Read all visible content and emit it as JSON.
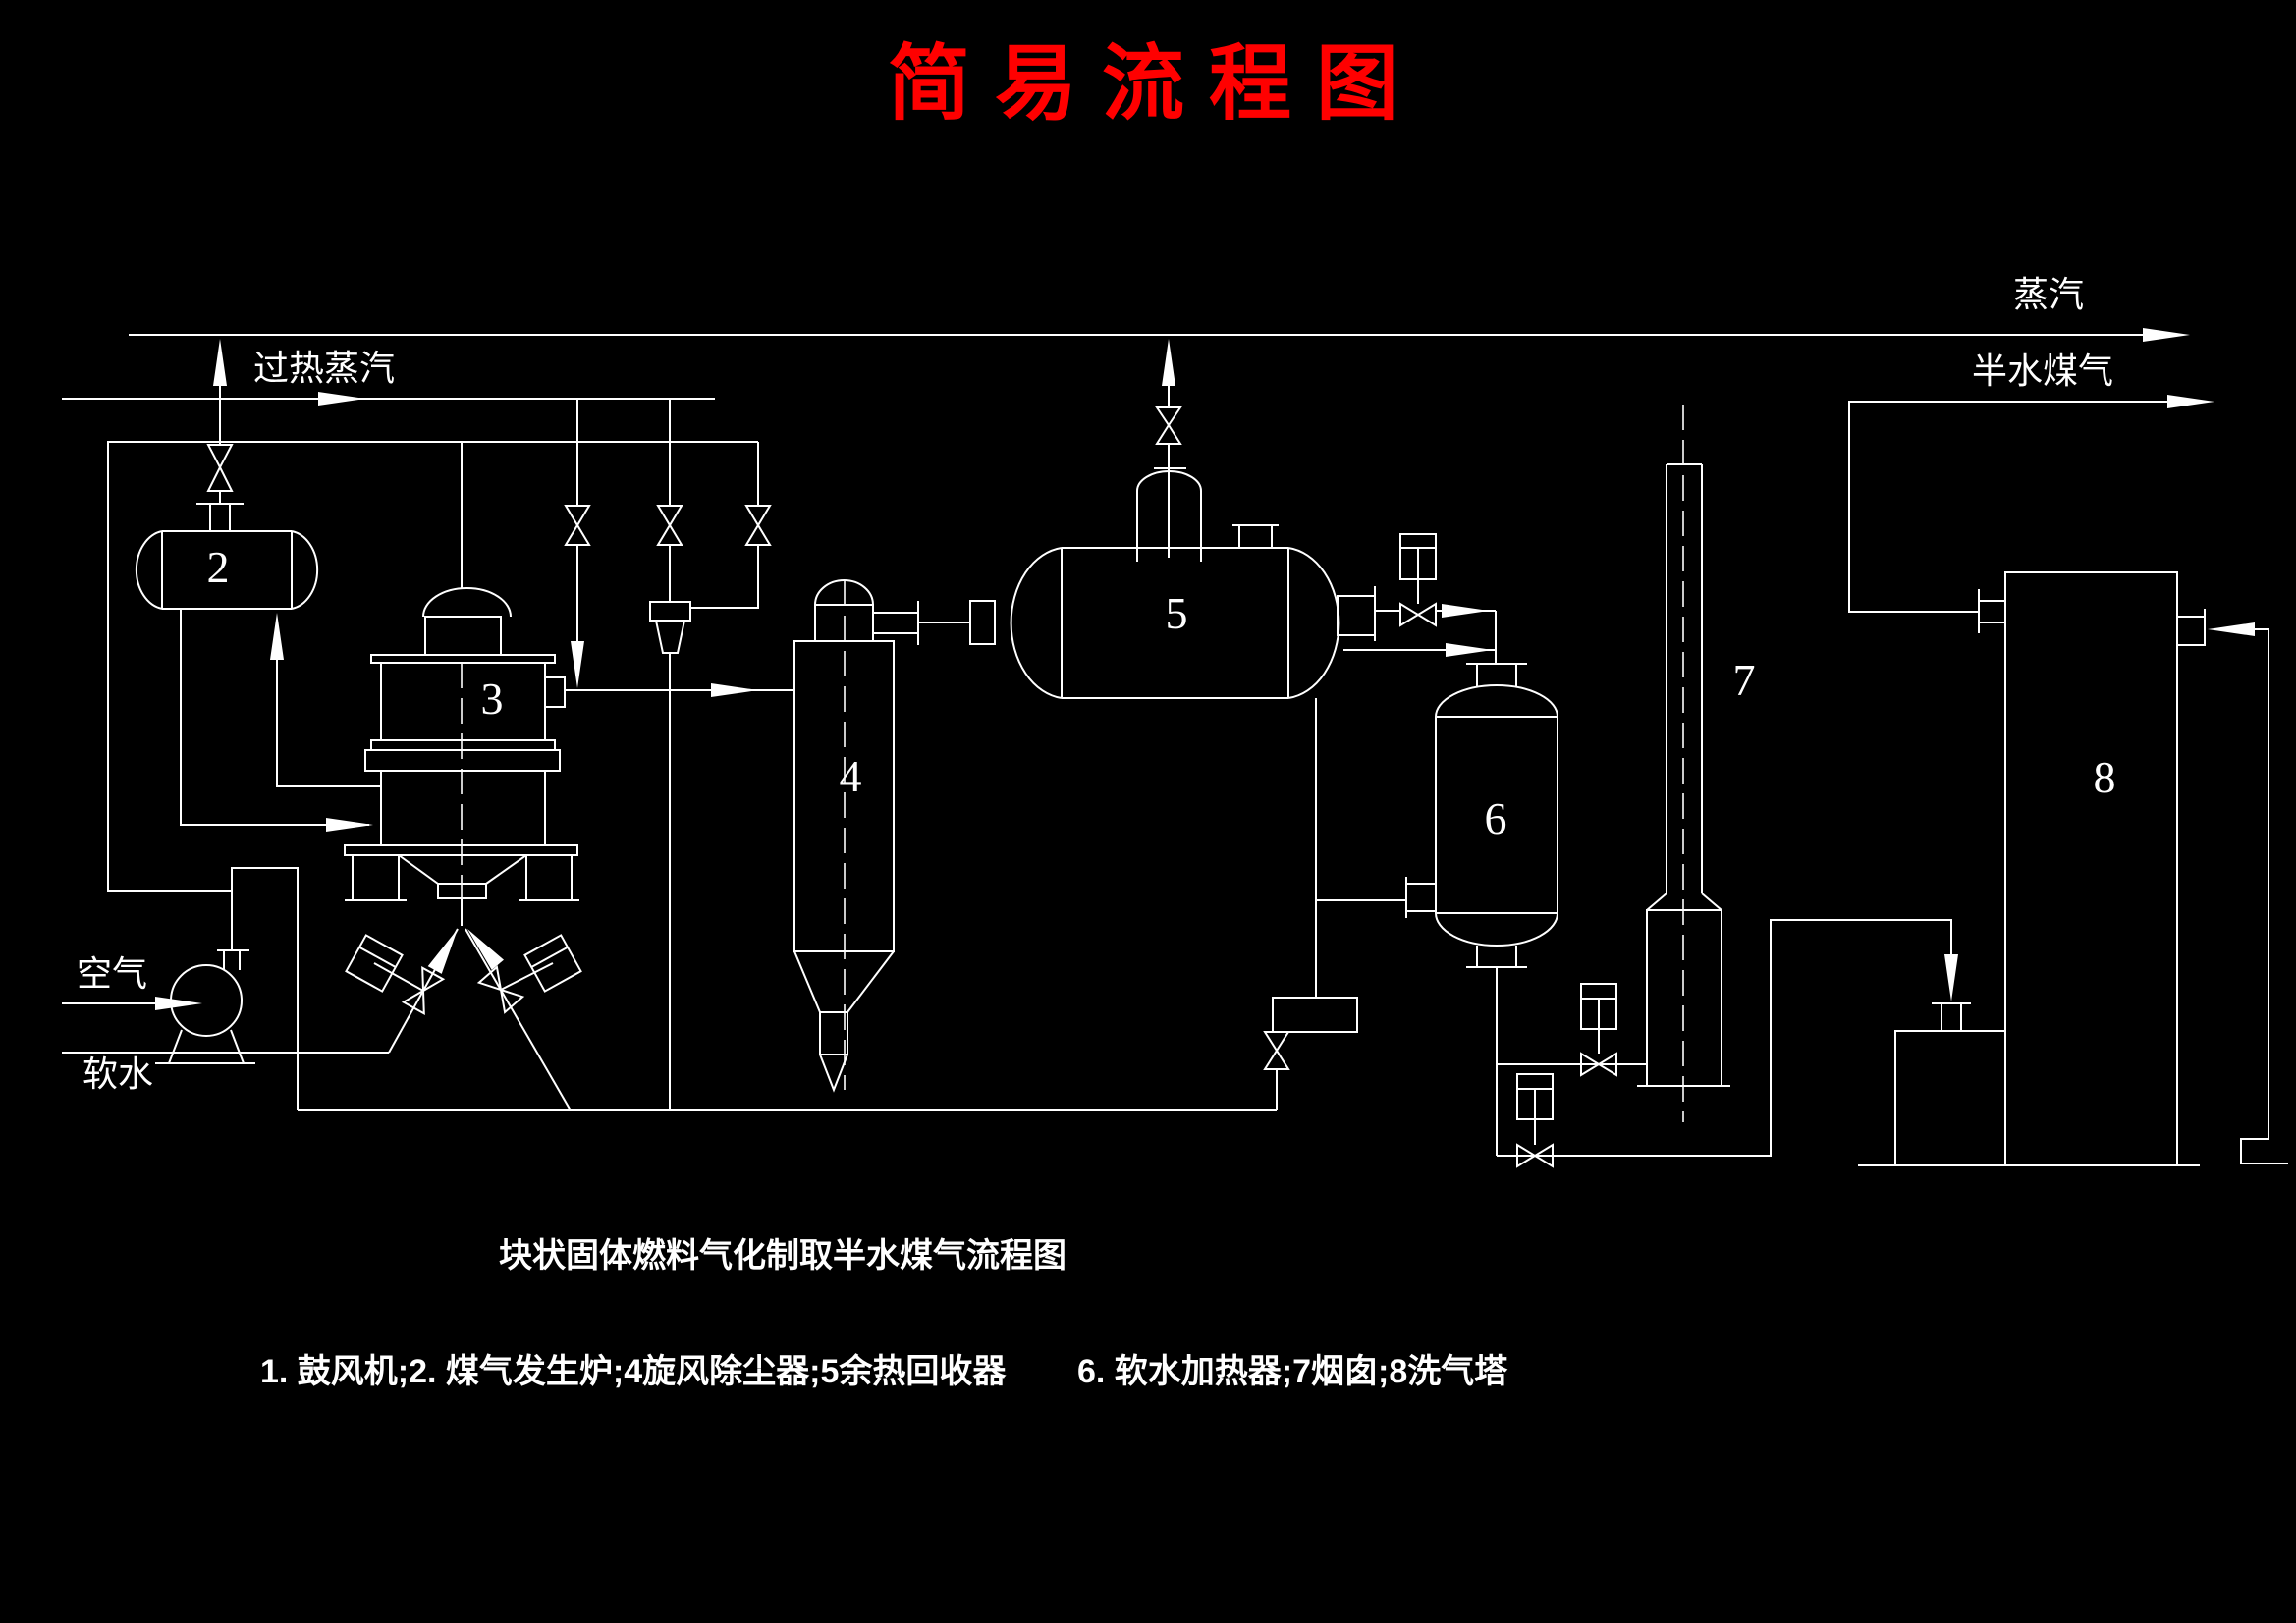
{
  "title": {
    "text": "简 易 流 程 图",
    "color": "#ff0000"
  },
  "caption": "块状固体燃料气化制取半水煤气流程图",
  "legend": {
    "part1": "1. 鼓风机;2. 煤气发生炉;4旋风除尘器;5余热回收器",
    "part2": "6. 软水加热器;7烟囱;8洗气塔"
  },
  "streams": {
    "steam": "蒸汽",
    "semi_water_gas": "半水煤气",
    "superheated_steam": "过热蒸汽",
    "air": "空气",
    "soft_water": "软水"
  },
  "equipment": {
    "v2": "2",
    "v3": "3",
    "v4": "4",
    "v5": "5",
    "v6": "6",
    "v7": "7",
    "v8": "8"
  },
  "colors": {
    "background": "#000000",
    "line": "#ffffff",
    "title": "#ff0000"
  }
}
